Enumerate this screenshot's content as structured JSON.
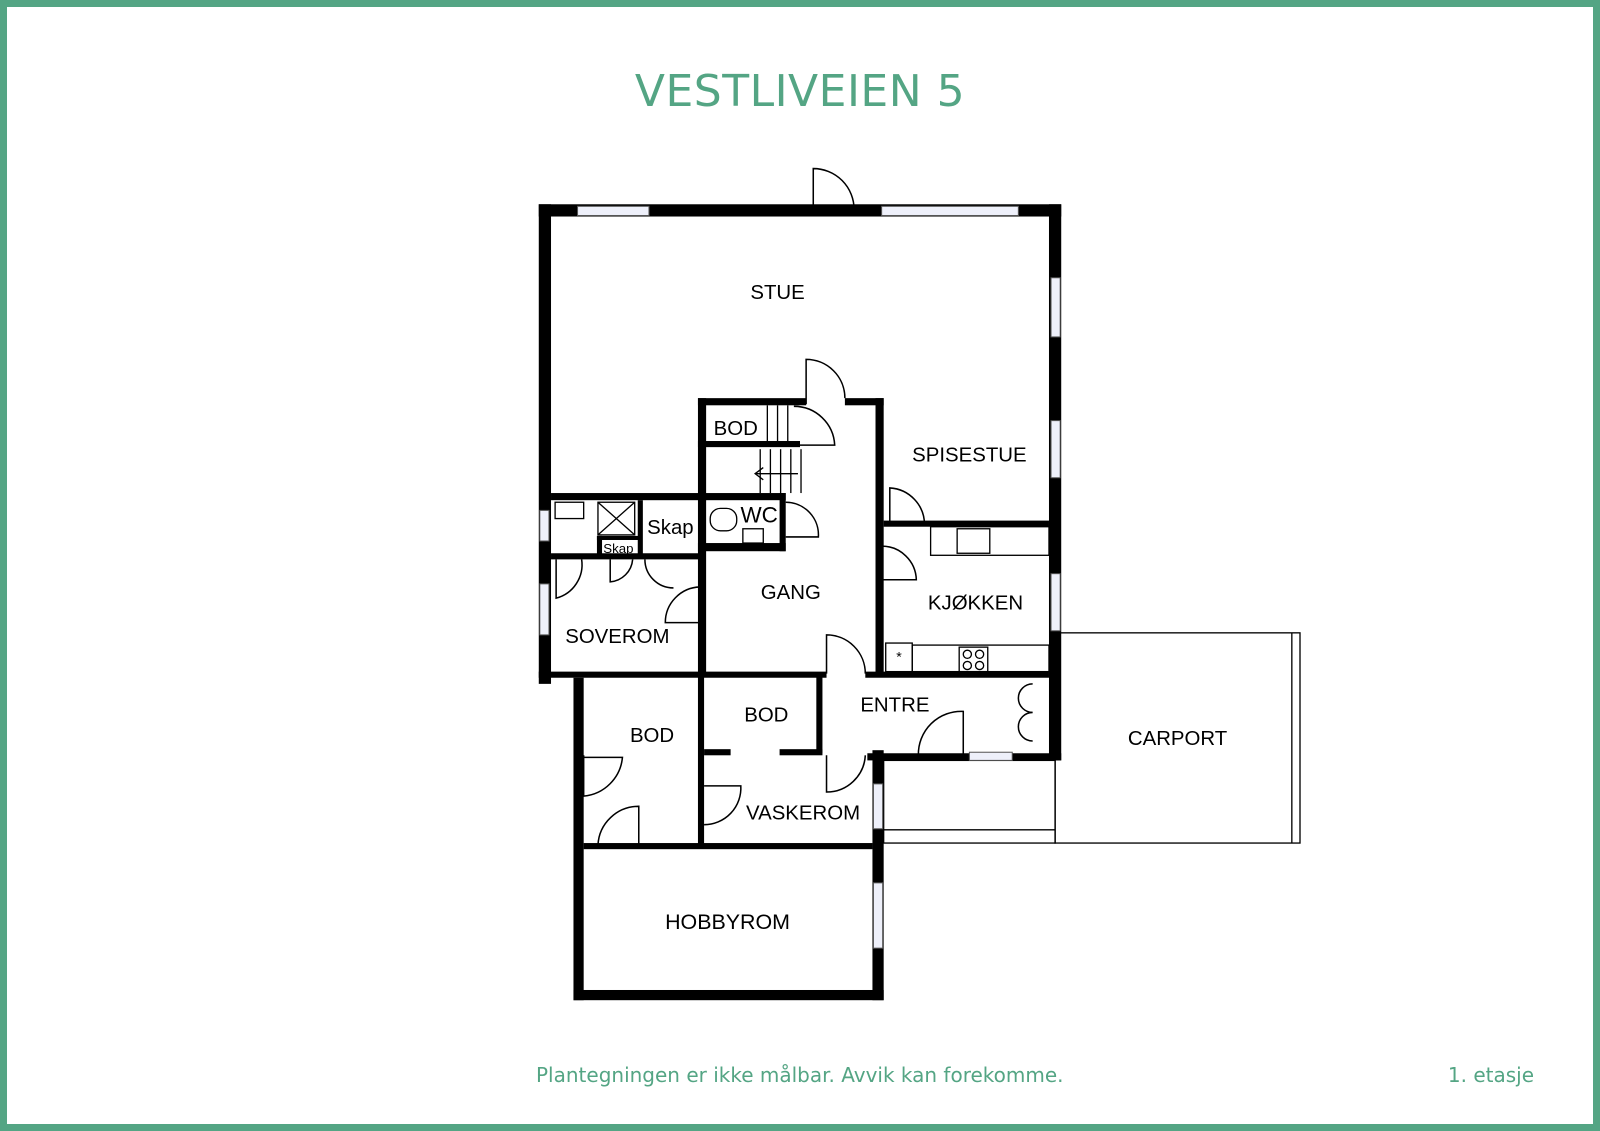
{
  "title": "VESTLIVEIEN 5",
  "disclaimer": "Plantegningen er ikke målbar. Avvik kan forekomme.",
  "floor_label": "1. etasje",
  "accent_color": "#54a584",
  "rooms": {
    "stue": "STUE",
    "bod_top": "BOD",
    "spisestue": "SPISESTUE",
    "wc": "WC",
    "skap_large": "Skap",
    "skap_small": "Skap",
    "gang": "GANG",
    "kjokken": "KJØKKEN",
    "soverom": "SOVEROM",
    "bod_left": "BOD",
    "bod_mid": "BOD",
    "entre": "ENTRE",
    "carport": "CARPORT",
    "vaskerom": "VASKEROM",
    "hobbyrom": "HOBBYROM",
    "fridge_mark": "*"
  }
}
